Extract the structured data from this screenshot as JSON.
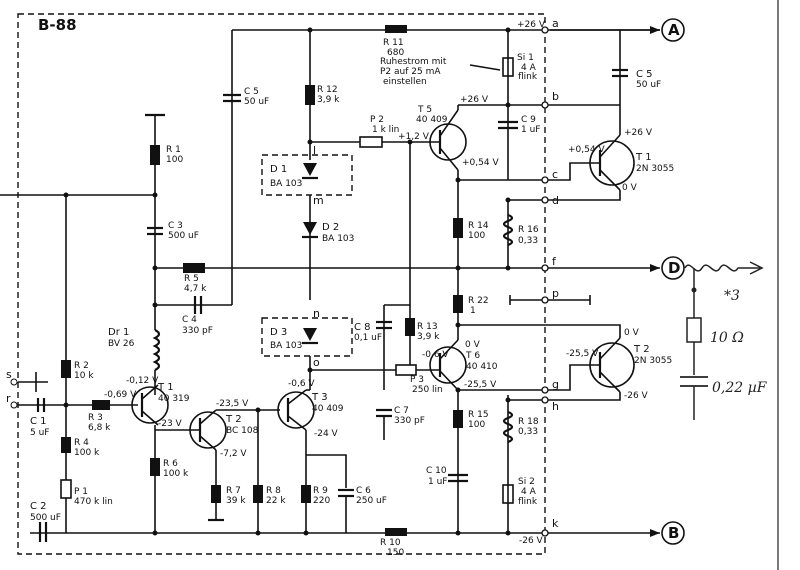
{
  "title": "B-88",
  "terminals": {
    "A": "A",
    "B": "B",
    "D": "D"
  },
  "nodes": [
    "a",
    "b",
    "c",
    "d",
    "f",
    "g",
    "h",
    "k",
    "l",
    "m",
    "n",
    "o",
    "p",
    "r",
    "s"
  ],
  "components": {
    "R1": {
      "name": "R 1",
      "value": "100"
    },
    "R2": {
      "name": "R 2",
      "value": "10 k"
    },
    "R3": {
      "name": "R 3",
      "value": "6,8 k"
    },
    "R4": {
      "name": "R 4",
      "value": "100 k"
    },
    "R5": {
      "name": "R 5",
      "value": "4,7 k"
    },
    "R6": {
      "name": "R 6",
      "value": "100 k"
    },
    "R7": {
      "name": "R 7",
      "value": "39 k"
    },
    "R8": {
      "name": "R 8",
      "value": "22 k"
    },
    "R9": {
      "name": "R 9",
      "value": "220"
    },
    "R10": {
      "name": "R 10",
      "value": "150"
    },
    "R11": {
      "name": "R 11",
      "value": "680"
    },
    "R12": {
      "name": "R 12",
      "value": "3,9 k"
    },
    "R13": {
      "name": "R 13",
      "value": "3,9 k"
    },
    "R14": {
      "name": "R 14",
      "value": "100"
    },
    "R15": {
      "name": "R 15",
      "value": "100"
    },
    "R16": {
      "name": "R 16",
      "value": "0,33"
    },
    "R18": {
      "name": "R 18",
      "value": "0,33"
    },
    "R22": {
      "name": "R 22",
      "value": "1"
    },
    "C1": {
      "name": "C 1",
      "value": "5 uF"
    },
    "C2": {
      "name": "C 2",
      "value": "500 uF"
    },
    "C3": {
      "name": "C 3",
      "value": "500 uF"
    },
    "C4": {
      "name": "C 4",
      "value": "330 pF"
    },
    "C5": {
      "name": "C 5",
      "value": "50 uF"
    },
    "C5b": {
      "name": "C 5",
      "value": "50 uF"
    },
    "C6": {
      "name": "C 6",
      "value": "250 uF"
    },
    "C7": {
      "name": "C 7",
      "value": "330 pF"
    },
    "C8": {
      "name": "C 8",
      "value": "0,1 uF"
    },
    "C9": {
      "name": "C 9",
      "value": "1 uF"
    },
    "C10": {
      "name": "C 10",
      "value": "1 uF"
    },
    "P1": {
      "name": "P 1",
      "value": "470 k lin"
    },
    "P2": {
      "name": "P 2",
      "value": "1 k lin"
    },
    "P3": {
      "name": "P 3",
      "value": "250 lin"
    },
    "D1": {
      "name": "D 1",
      "value": "BA 103"
    },
    "D2": {
      "name": "D 2",
      "value": "BA 103"
    },
    "D3": {
      "name": "D 3",
      "value": "BA 103"
    },
    "Dr1": {
      "name": "Dr 1",
      "value": "BV 26"
    },
    "Si1": {
      "name": "Si 1",
      "value": "4 A",
      "extra": "flink"
    },
    "Si2": {
      "name": "Si 2",
      "value": "4 A",
      "extra": "flink"
    },
    "T1": {
      "name": "T 1",
      "value": "40 319"
    },
    "T2": {
      "name": "T 2",
      "value": "BC 108"
    },
    "T3": {
      "name": "T 3",
      "value": "40 409"
    },
    "T5": {
      "name": "T 5",
      "value": "40 409"
    },
    "T6": {
      "name": "T 6",
      "value": "40 410"
    },
    "T1out": {
      "name": "T 1",
      "value": "2N 3055"
    },
    "T2out": {
      "name": "T 2",
      "value": "2N 3055"
    }
  },
  "voltages": {
    "v_a": "+26 V",
    "v_b": "+26 V",
    "v_t5c": "+26 V",
    "v_t5e": "+0,54 V",
    "v_t1b": "+0,54 V",
    "v_t1e": "0 V",
    "v_p2": "+1,2 V",
    "v_t1in": "-0,12 V",
    "v_t1inb": "-0,69 V",
    "v_t1c": "-23 V",
    "v_t2c": "-23,5 V",
    "v_t2e": "-7,2 V",
    "v_t3b": "-0,6 V",
    "v_t3e": "-24 V",
    "v_t6b": "-0,6 V",
    "v_t6c": "0 V",
    "v_t6e": "-25,5 V",
    "v_t2b": "-25,5 V",
    "v_t2c_out": "0 V",
    "v_t2e_out": "-26 V",
    "v_k": "-26 V"
  },
  "note": [
    "Ruhestrom mit",
    "P2 auf 25 mA",
    "einstellen"
  ],
  "handwritten": {
    "inductor": "-m->",
    "mark": "*3",
    "resistor": "10 Ω",
    "capacitor": "0,22 µF"
  }
}
